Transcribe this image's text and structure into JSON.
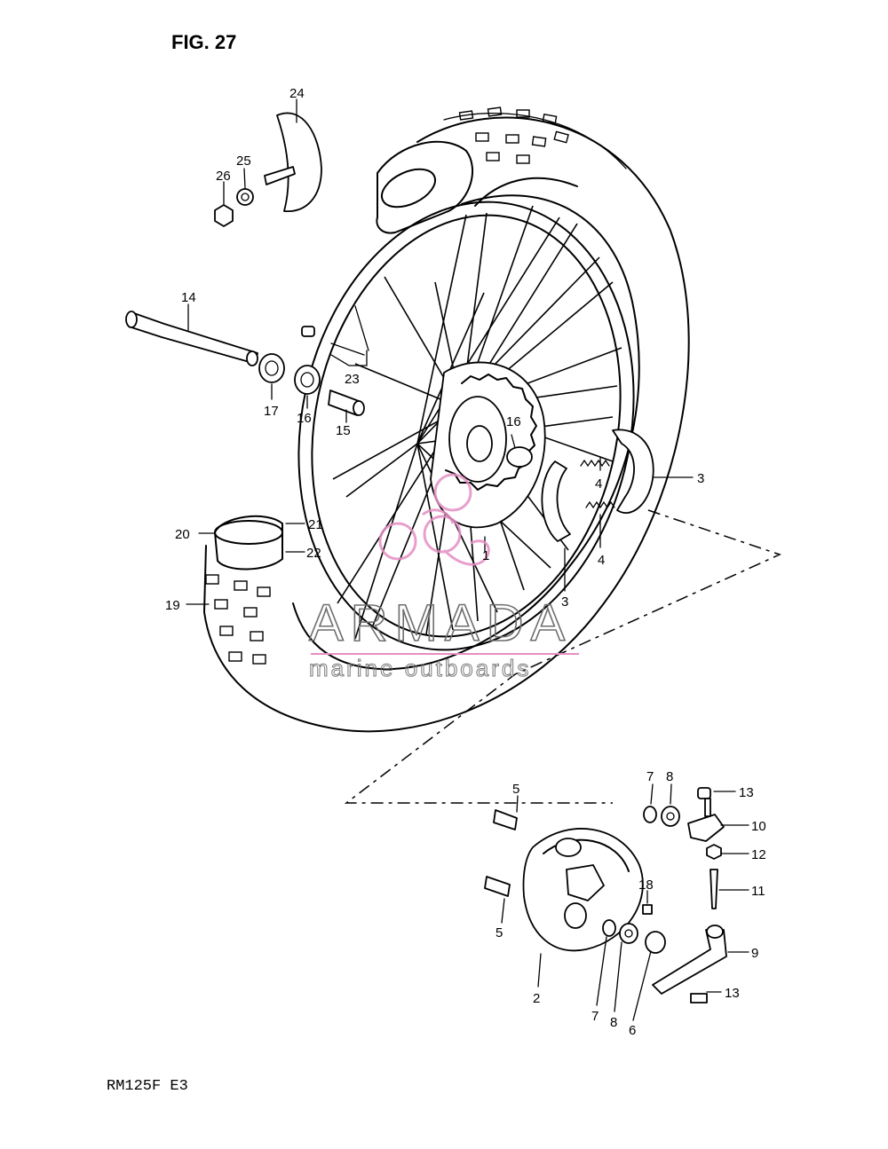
{
  "diagram": {
    "title": "FIG. 27",
    "model_code": "RM125F  E3",
    "watermark": {
      "brand": "ARMADA",
      "tagline": "marine outboards",
      "accent_color": "#e58fc4"
    },
    "callouts": [
      "24",
      "25",
      "26",
      "14",
      "17",
      "16",
      "15",
      "23",
      "16",
      "3",
      "4",
      "4",
      "3",
      "20",
      "21",
      "22",
      "1",
      "19",
      "7",
      "8",
      "13",
      "5",
      "10",
      "12",
      "11",
      "18",
      "5",
      "9",
      "13",
      "2",
      "7",
      "8",
      "6"
    ]
  }
}
